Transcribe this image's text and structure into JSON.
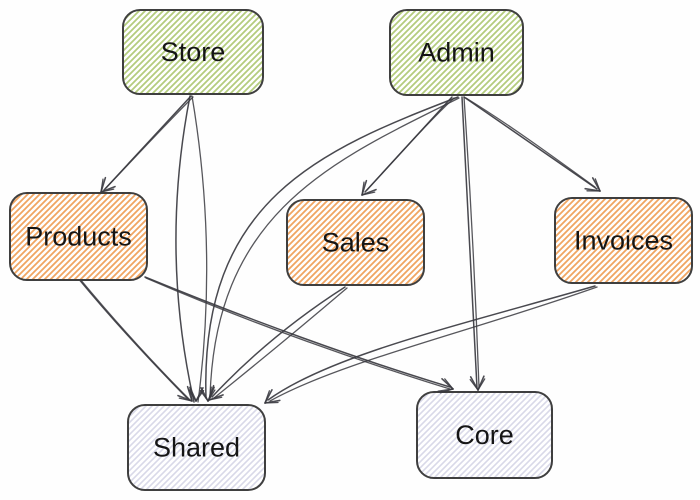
{
  "diagram": {
    "type": "dependency-graph",
    "nodes": [
      {
        "id": "store",
        "label": "Store",
        "group": "app"
      },
      {
        "id": "admin",
        "label": "Admin",
        "group": "app"
      },
      {
        "id": "products",
        "label": "Products",
        "group": "module"
      },
      {
        "id": "sales",
        "label": "Sales",
        "group": "module"
      },
      {
        "id": "invoices",
        "label": "Invoices",
        "group": "module"
      },
      {
        "id": "shared",
        "label": "Shared",
        "group": "support"
      },
      {
        "id": "core",
        "label": "Core",
        "group": "support"
      }
    ],
    "edges": [
      {
        "from": "store",
        "to": "products"
      },
      {
        "from": "store",
        "to": "shared"
      },
      {
        "from": "admin",
        "to": "sales"
      },
      {
        "from": "admin",
        "to": "invoices"
      },
      {
        "from": "admin",
        "to": "shared"
      },
      {
        "from": "admin",
        "to": "core"
      },
      {
        "from": "products",
        "to": "shared"
      },
      {
        "from": "products",
        "to": "core"
      },
      {
        "from": "sales",
        "to": "shared"
      },
      {
        "from": "invoices",
        "to": "shared"
      }
    ],
    "colors": {
      "app_hatch": "#b4cc7e",
      "module_hatch": "#f0a562",
      "support_hatch": "#d9d9e8",
      "node_border": "#3f3f3f",
      "edge": "#3a3a40",
      "text": "#151515",
      "background": "#fefefe"
    }
  }
}
